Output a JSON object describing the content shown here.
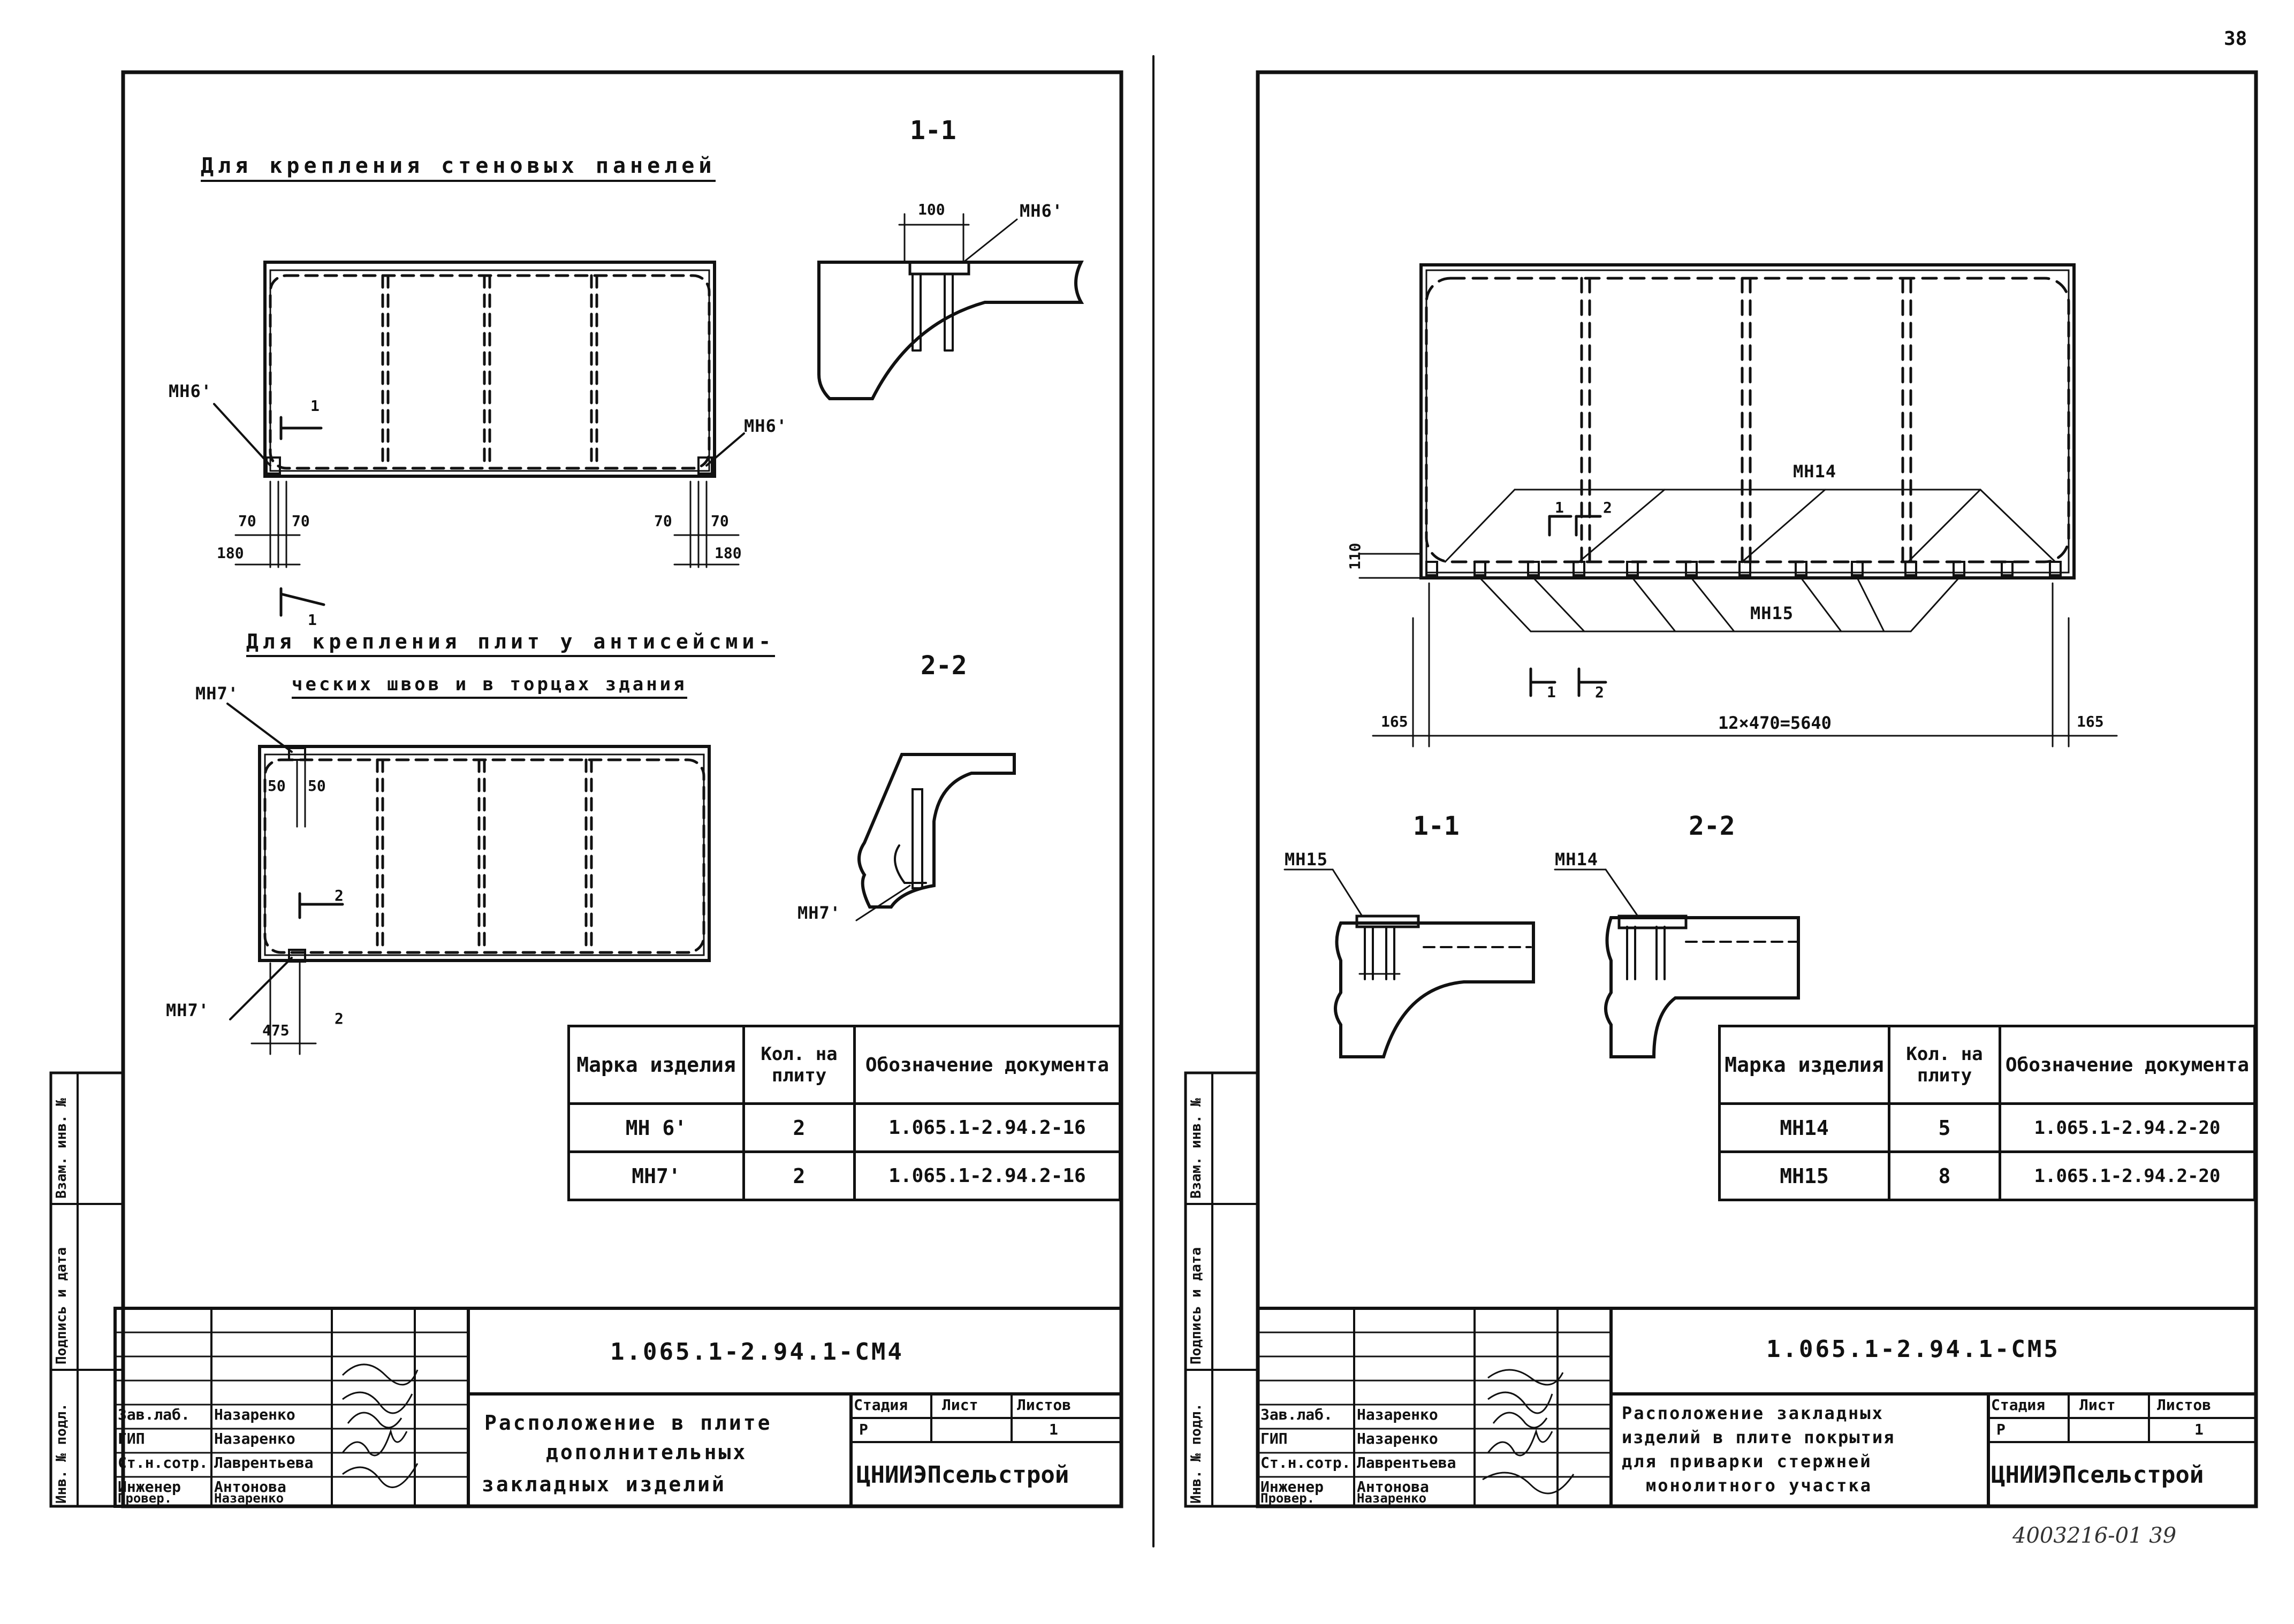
{
  "page_number": "38",
  "left_sheet": {
    "section_11": "1-1",
    "section_22": "2-2",
    "heading_walls": "Для крепления стеновых панелей",
    "heading_plates_1": "Для крепления плит у антисейсми-",
    "heading_plates_2": "ческих швов и в торцах здания",
    "label_mn6_left": "МН6'",
    "label_mn6_right": "МН6'",
    "label_mn6_detail": "МН6'",
    "label_mn7_top": "МН7'",
    "label_mn7_bottom": "МН7'",
    "label_mn7_detail": "МН7'",
    "dim_100": "100",
    "dim_70a": "70",
    "dim_70b": "70",
    "dim_70c": "70",
    "dim_70d": "70",
    "dim_180a": "180",
    "dim_180b": "180",
    "dim_50a": "50",
    "dim_50b": "50",
    "dim_475": "475",
    "cut_1": "1",
    "cut_1b": "1",
    "cut_2": "2",
    "cut_2b": "2",
    "spec_table": {
      "headers": [
        "Марка изделия",
        "Кол. на плиту",
        "Обозначение документа"
      ],
      "rows": [
        [
          "МН 6'",
          "2",
          "1.065.1-2.94.2-16"
        ],
        [
          "МН7'",
          "2",
          "1.065.1-2.94.2-16"
        ]
      ]
    },
    "stamp": {
      "code": "1.065.1-2.94.1-СМ4",
      "title": "Расположение в плите дополнительных закладных изделий",
      "title_lines": [
        "Расположение в плите",
        "дополнительных",
        "закладных изделий"
      ],
      "roles": [
        {
          "role": "Зав.лаб.",
          "name": "Назаренко"
        },
        {
          "role": "ГИП",
          "name": "Назаренко"
        },
        {
          "role": "Ст.н.сотр.",
          "name": "Лаврентьева"
        },
        {
          "role": "Инженер",
          "name": "Антонова"
        },
        {
          "role": "Провер.",
          "name": "Назаренко"
        }
      ],
      "stage_label": "Стадия",
      "sheet_label": "Лист",
      "sheets_label": "Листов",
      "stage": "Р",
      "sheets": "1",
      "org": "ЦНИИЭПсельстрой"
    },
    "side_labels": [
      "Инв. № подл.",
      "Подпись и дата",
      "Взам. инв. №"
    ]
  },
  "right_sheet": {
    "label_mn14": "МН14",
    "label_mn15": "МН15",
    "label_mn15_detail": "МН15",
    "label_mn14_detail": "МН14",
    "section_11": "1-1",
    "section_22": "2-2",
    "cut_1": "1",
    "cut_2": "2",
    "cut_1b": "1",
    "cut_2b": "2",
    "dim_110": "110",
    "dim_165a": "165",
    "dim_165b": "165",
    "dim_main": "12×470=5640",
    "spec_table": {
      "headers": [
        "Марка изделия",
        "Кол. на плиту",
        "Обозначение документа"
      ],
      "rows": [
        [
          "МН14",
          "5",
          "1.065.1-2.94.2-20"
        ],
        [
          "МН15",
          "8",
          "1.065.1-2.94.2-20"
        ]
      ]
    },
    "stamp": {
      "code": "1.065.1-2.94.1-СМ5",
      "title_lines": [
        "Расположение закладных",
        "изделий в плите покрытия",
        "для приварки стержней",
        "монолитного участка"
      ],
      "roles": [
        {
          "role": "Зав.лаб.",
          "name": "Назаренко"
        },
        {
          "role": "ГИП",
          "name": "Назаренко"
        },
        {
          "role": "Ст.н.сотр.",
          "name": "Лаврентьева"
        },
        {
          "role": "Инженер",
          "name": "Антонова"
        },
        {
          "role": "Провер.",
          "name": "Назаренко"
        }
      ],
      "stage_label": "Стадия",
      "sheet_label": "Лист",
      "sheets_label": "Листов",
      "stage": "Р",
      "sheets": "1",
      "org": "ЦНИИЭПсельстрой"
    },
    "side_labels": [
      "Инв. № подл.",
      "Подпись и дата",
      "Взам. инв. №"
    ],
    "archive_note": "4003216-01 39"
  }
}
